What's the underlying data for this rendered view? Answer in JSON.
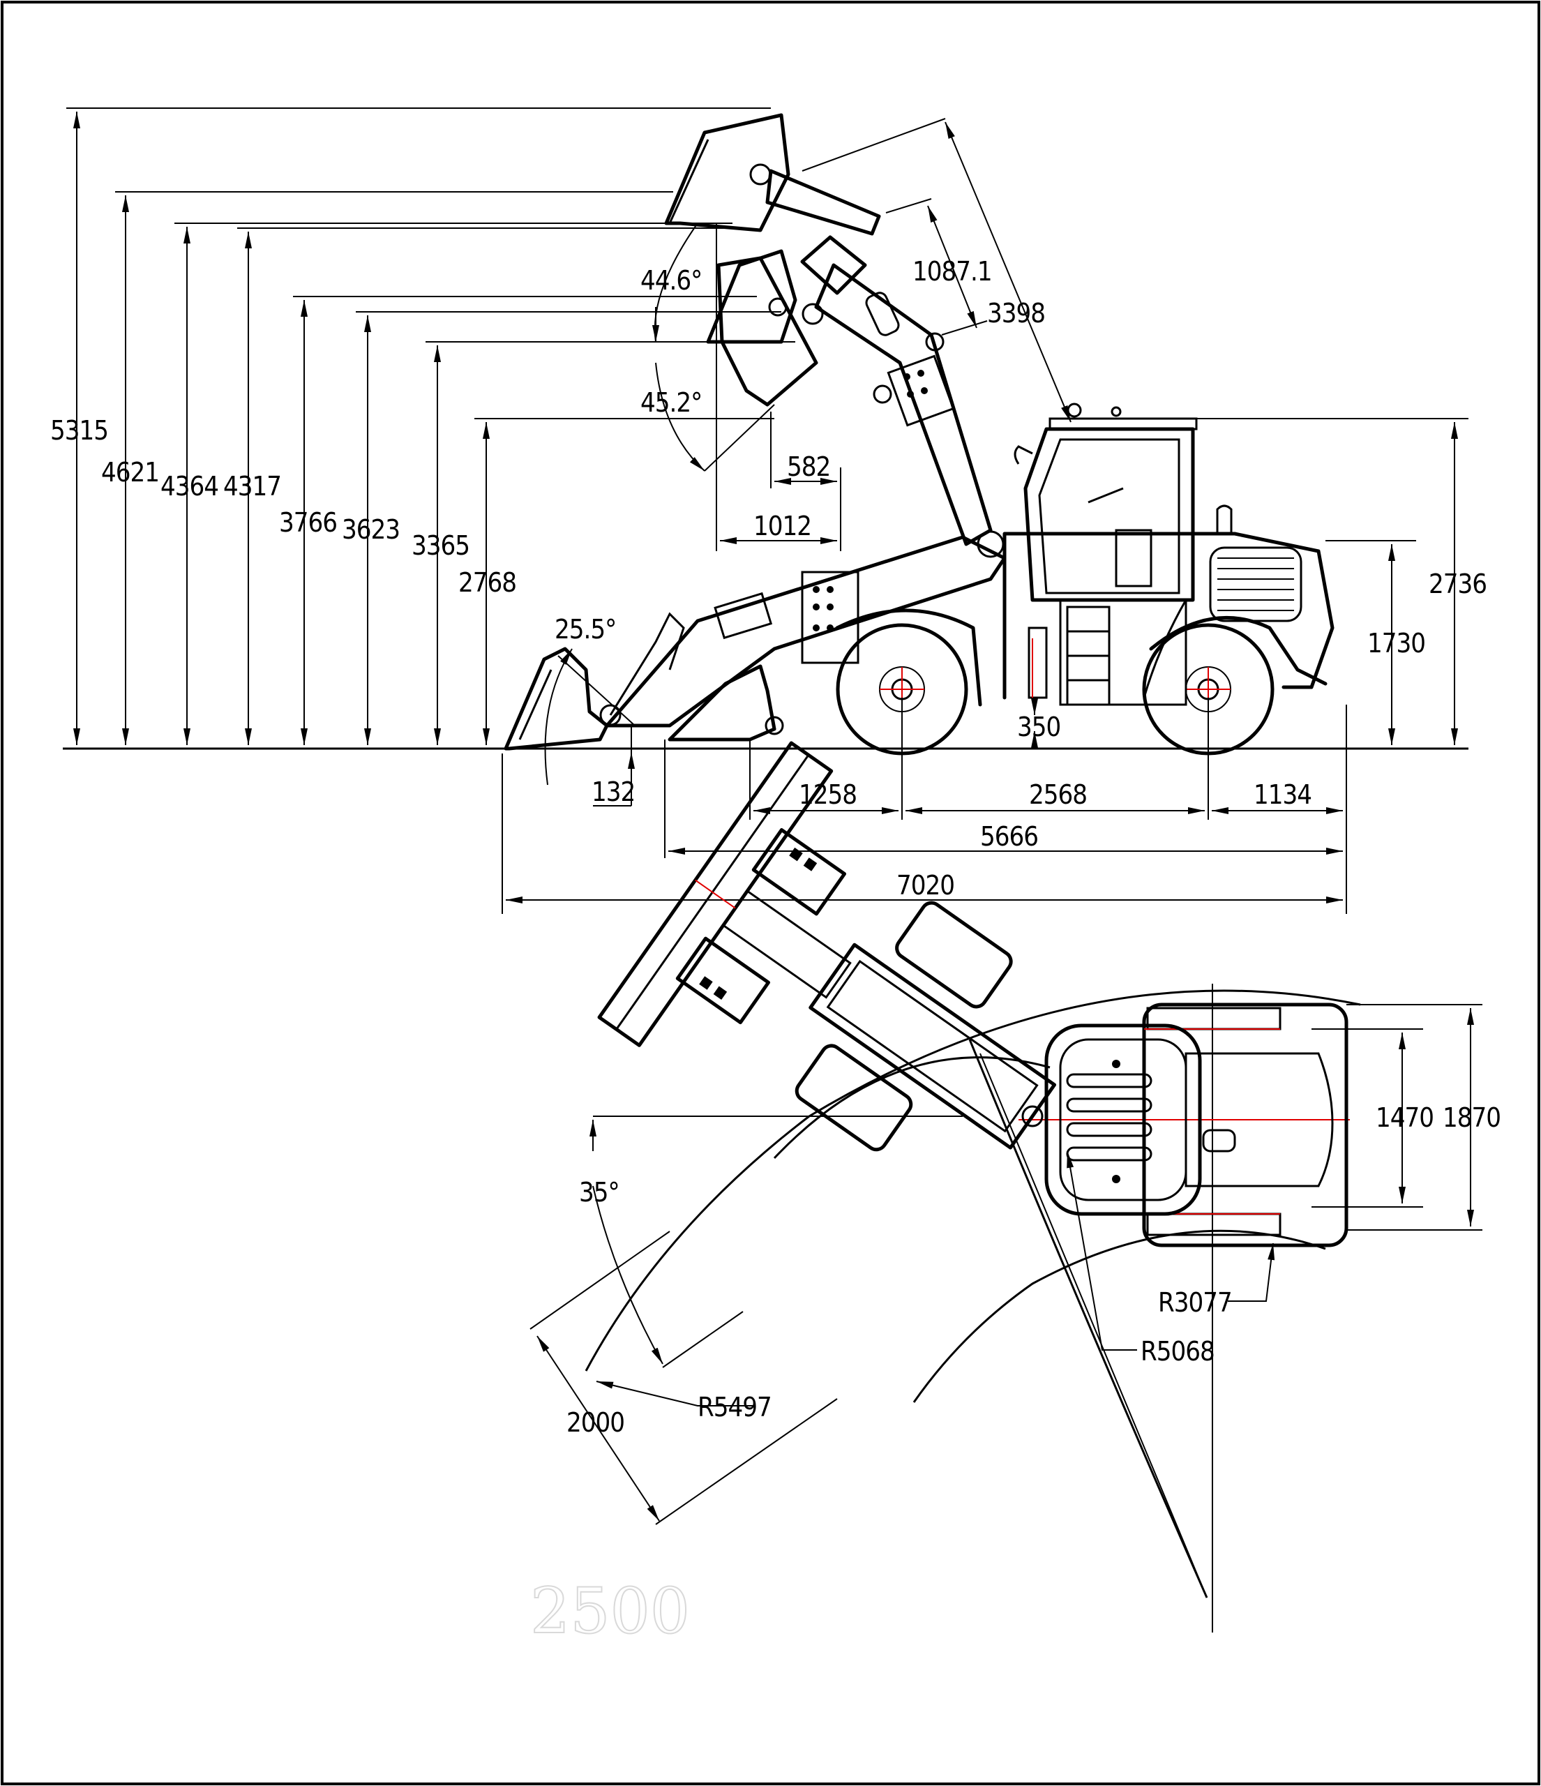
{
  "side_view": {
    "heights": {
      "h5315": "5315",
      "h4621": "4621",
      "h4364": "4364",
      "h4317": "4317",
      "h3766": "3766",
      "h3623": "3623",
      "h3365": "3365",
      "h2768": "2768",
      "h2736": "2736",
      "h1730": "1730"
    },
    "angles": {
      "a446": "44.6°",
      "a452": "45.2°",
      "a255": "25.5°"
    },
    "lengths": {
      "l10871": "1087.1",
      "l3398": "3398",
      "l582": "582",
      "l1012": "1012",
      "l350": "350",
      "l132": "132",
      "l1258": "1258",
      "l2568": "2568",
      "l1134": "1134",
      "l5666": "5666",
      "l7020": "7020"
    }
  },
  "top_view": {
    "w1470": "1470",
    "w1870": "1870",
    "a35": "35°",
    "r3077": "R3077",
    "r5068": "R5068",
    "r5497": "R5497",
    "d2000": "2000",
    "ghost2500": "2500"
  }
}
